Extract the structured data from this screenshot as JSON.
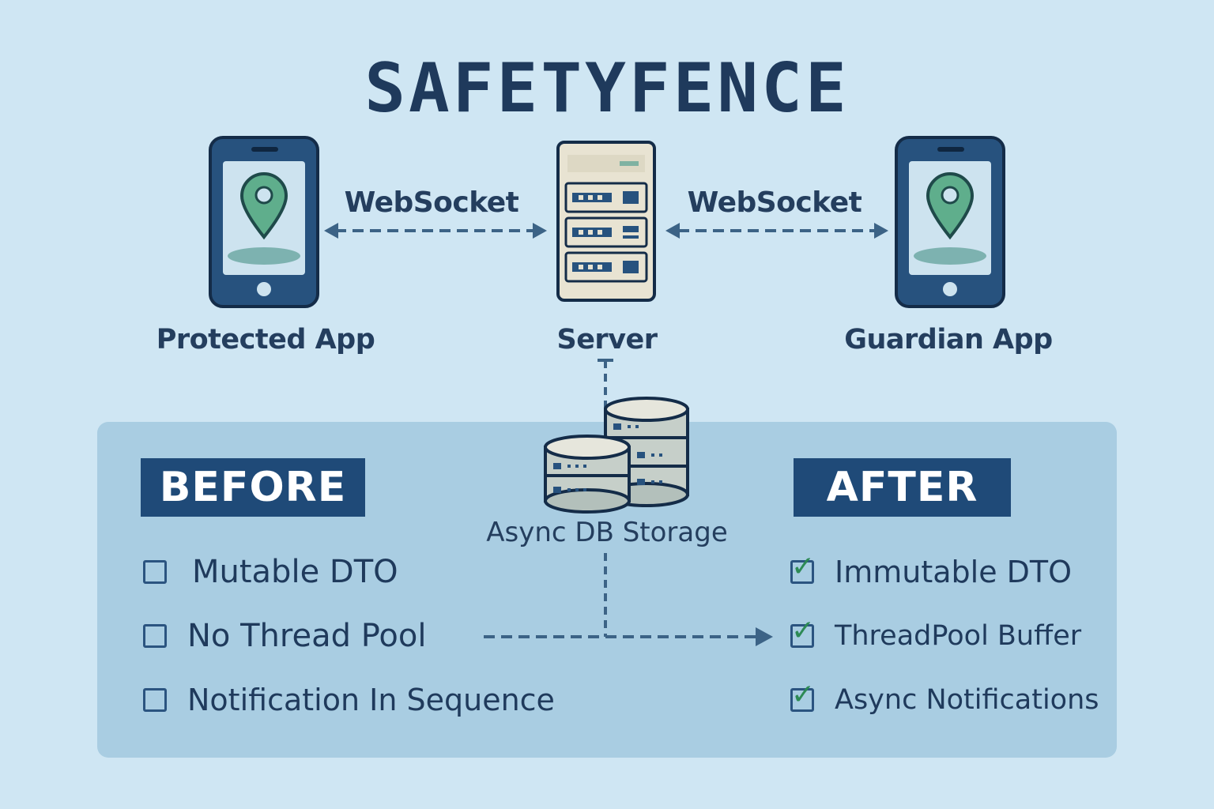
{
  "title": "SAFETYFENCE",
  "nodes": {
    "protected": "Protected App",
    "server": "Server",
    "guardian": "Guardian App"
  },
  "links": {
    "left": "WebSocket",
    "right": "WebSocket"
  },
  "storage": {
    "label": "Async DB Storage"
  },
  "before": {
    "heading": "BEFORE",
    "items": [
      "Mutable DTO",
      "No Thread Pool",
      "Notification In Sequence"
    ]
  },
  "after": {
    "heading": "AFTER",
    "items": [
      "Immutable DTO",
      "ThreadPool Buffer",
      "Async Notifications"
    ]
  },
  "colors": {
    "background": "#cfe6f3",
    "panel": "#a9cde2",
    "navy": "#1f4a78",
    "pin": "#5fae8c",
    "check": "#2d8a55"
  }
}
